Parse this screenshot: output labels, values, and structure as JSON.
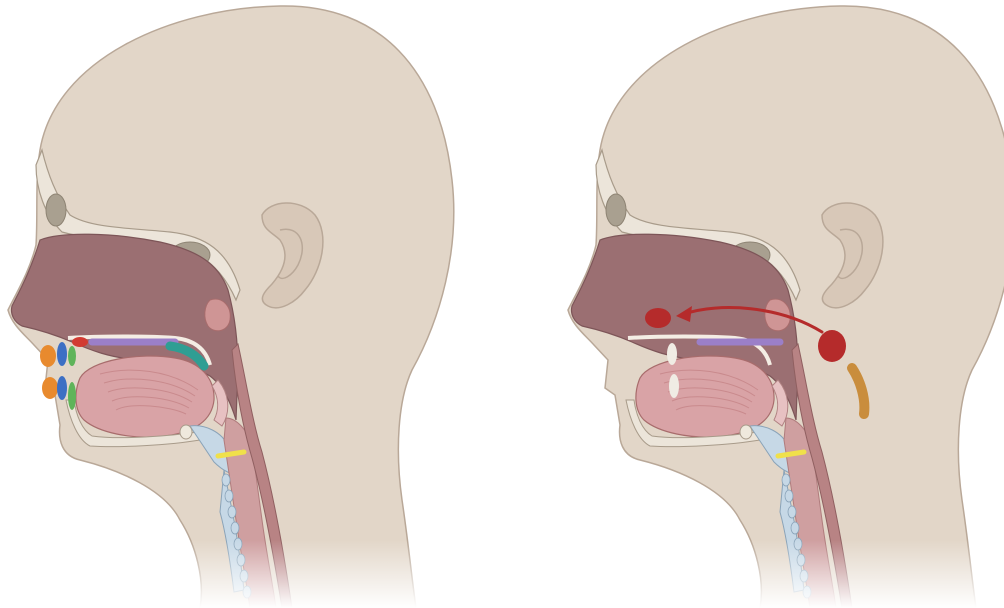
{
  "diagram": {
    "panels": [
      {
        "id": "left",
        "highlighted_regions": [
          "lips",
          "teeth",
          "tongue-tip",
          "tongue-dorsum",
          "soft-palate"
        ]
      },
      {
        "id": "right",
        "highlighted_regions": [
          "nasal-vestibule",
          "nasopharynx",
          "oropharynx"
        ],
        "arrow": "nasopharynx-to-nose"
      }
    ],
    "colors": {
      "skin": "#e2d6c8",
      "skin_outline": "#b9a898",
      "cavity": "#9b6f72",
      "bone": "#ece5da",
      "tongue": "#d9a3a6",
      "airway": "#cf9fa0",
      "cartilage": "#c6d8e6",
      "vocal_fold": "#f0e04a",
      "highlight_purple": "#9b7fc8",
      "highlight_teal": "#2f9e93",
      "highlight_orange": "#e88a2e",
      "highlight_blue": "#3d6fc4",
      "highlight_green": "#5fb45a",
      "highlight_red": "#d23b32",
      "highlight_dark_red": "#b52b2b",
      "highlight_tan": "#c98d3d"
    }
  }
}
